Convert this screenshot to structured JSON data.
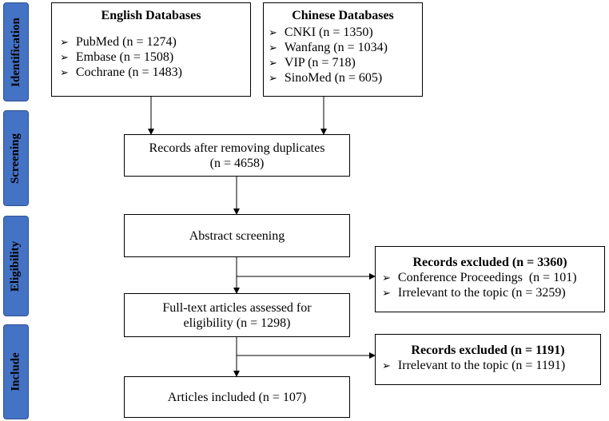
{
  "stages": [
    {
      "label": "Identification"
    },
    {
      "label": "Screening"
    },
    {
      "label": "Eligibility"
    },
    {
      "label": "Include"
    }
  ],
  "english_databases": {
    "title": "English Databases",
    "items": [
      "PubMed (n = 1274)",
      "Embase (n = 1508)",
      "Cochrane (n = 1483)"
    ]
  },
  "chinese_databases": {
    "title": "Chinese Databases",
    "items": [
      "CNKI (n = 1350)",
      "Wanfang (n = 1034)",
      "VIP (n = 718)",
      "SinoMed (n = 605)"
    ]
  },
  "dedup": {
    "line1": "Records after removing duplicates",
    "line2": "(n = 4658)"
  },
  "abstract": {
    "text": "Abstract screening"
  },
  "fulltext": {
    "line1": "Full-text articles assessed for",
    "line2": "eligibility (n = 1298)"
  },
  "included": {
    "text": "Articles included (n = 107)"
  },
  "excluded_1": {
    "title": "Records excluded (n = 3360)",
    "items": [
      "Conference Proceedings  (n = 101)",
      "Irrelevant to the topic (n = 3259)"
    ]
  },
  "excluded_2": {
    "title": "Records excluded (n = 1191)",
    "items": [
      "Irrelevant to the topic (n = 1191)"
    ]
  },
  "bullet_glyph": "➢",
  "stage_color": "#4472c4"
}
